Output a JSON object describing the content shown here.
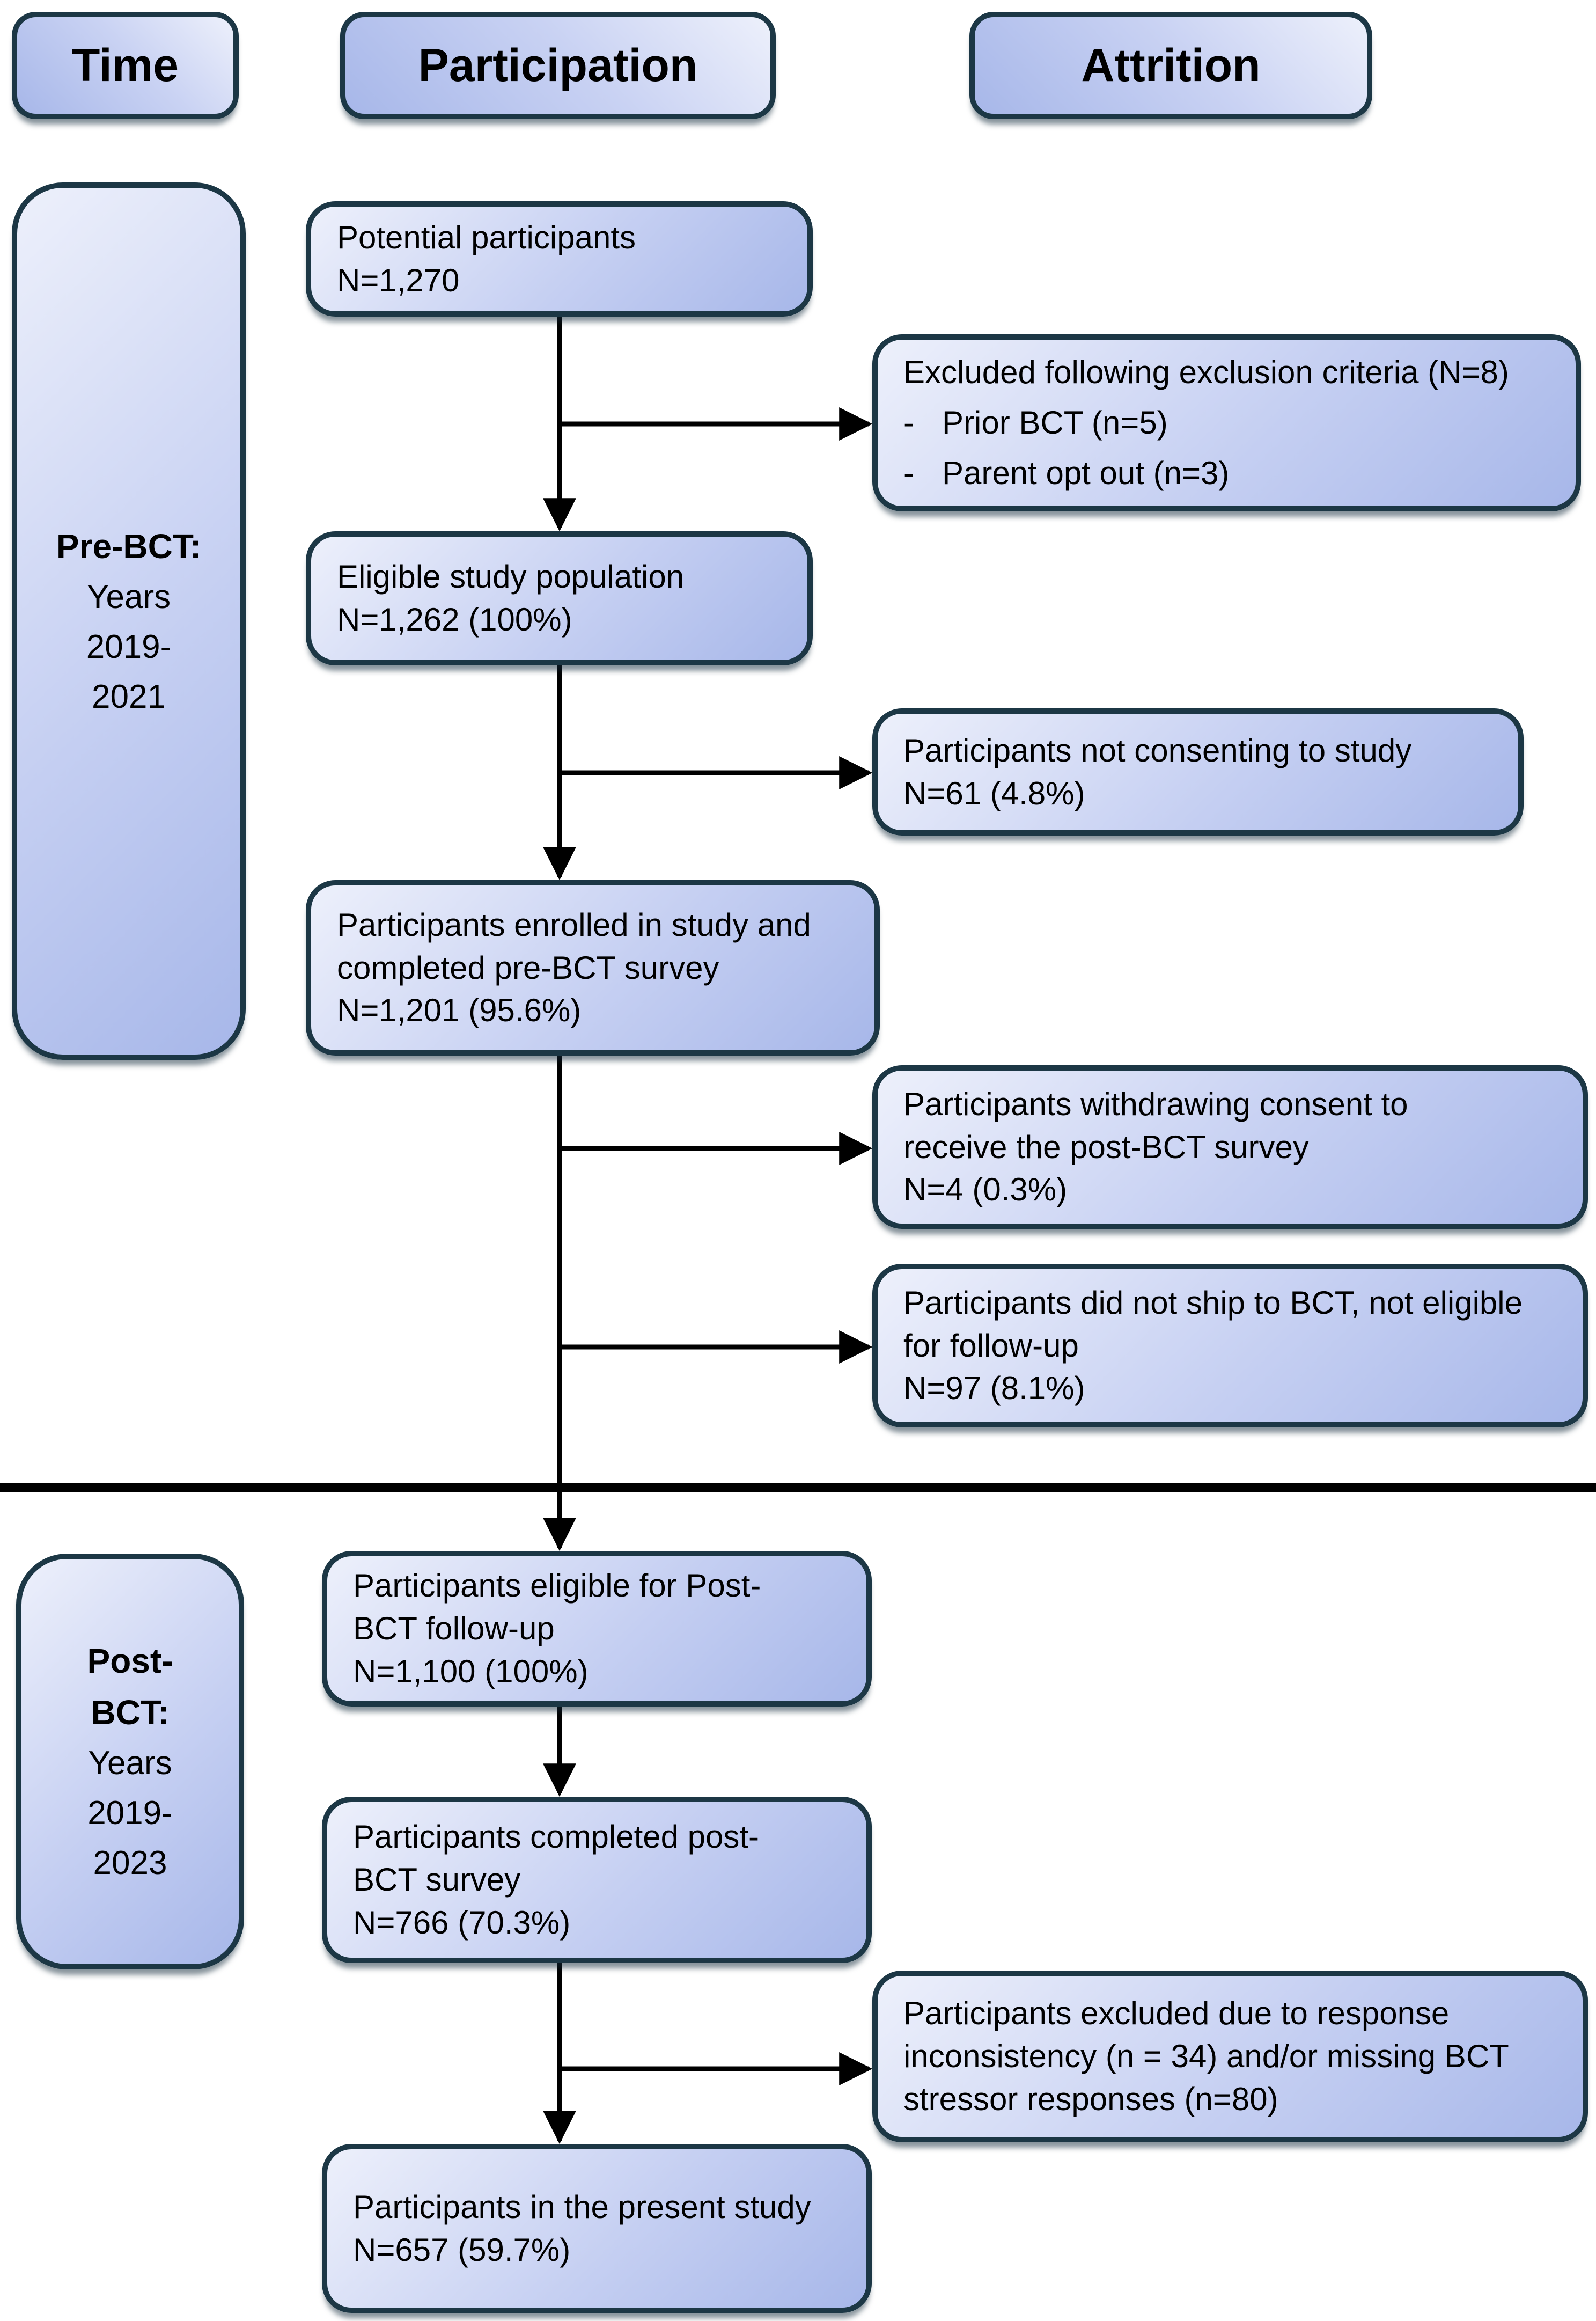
{
  "diagram": {
    "headers": {
      "time": "Time",
      "participation": "Participation",
      "attrition": "Attrition"
    },
    "time_periods": [
      {
        "title": "Pre-BCT:",
        "years": "Years\n2019-\n2021"
      },
      {
        "title": "Post-\nBCT:",
        "years": "Years\n2019-\n2023"
      }
    ],
    "participation": [
      {
        "text": "Potential participants\nN=1,270"
      },
      {
        "text": "Eligible study population\nN=1,262 (100%)"
      },
      {
        "text": "Participants enrolled in study and\ncompleted pre-BCT survey\nN=1,201 (95.6%)"
      },
      {
        "text": "Participants eligible for Post-\nBCT follow-up\nN=1,100 (100%)"
      },
      {
        "text": "Participants completed post-\nBCT survey\nN=766 (70.3%)"
      },
      {
        "text": "Participants in the present study\nN=657 (59.7%)"
      }
    ],
    "attrition": [
      {
        "title": "Excluded following exclusion criteria (N=8)",
        "bullet_marker": "-",
        "bullets": [
          "Prior BCT (n=5)",
          "Parent opt out (n=3)"
        ]
      },
      {
        "text": "Participants not consenting to study\nN=61 (4.8%)"
      },
      {
        "text": "Participants withdrawing consent to\nreceive the post-BCT survey\nN=4 (0.3%)"
      },
      {
        "text": "Participants did not ship to BCT, not eligible\nfor follow-up\nN=97 (8.1%)"
      },
      {
        "text": "Participants excluded due to response\ninconsistency (n = 34) and/or missing BCT\nstressor responses (n=80)"
      }
    ],
    "colors": {
      "box_fill_light": "#edf0fb",
      "box_fill_dark": "#a7b7e9",
      "box_border": "#1c3745",
      "line": "#000000"
    }
  }
}
